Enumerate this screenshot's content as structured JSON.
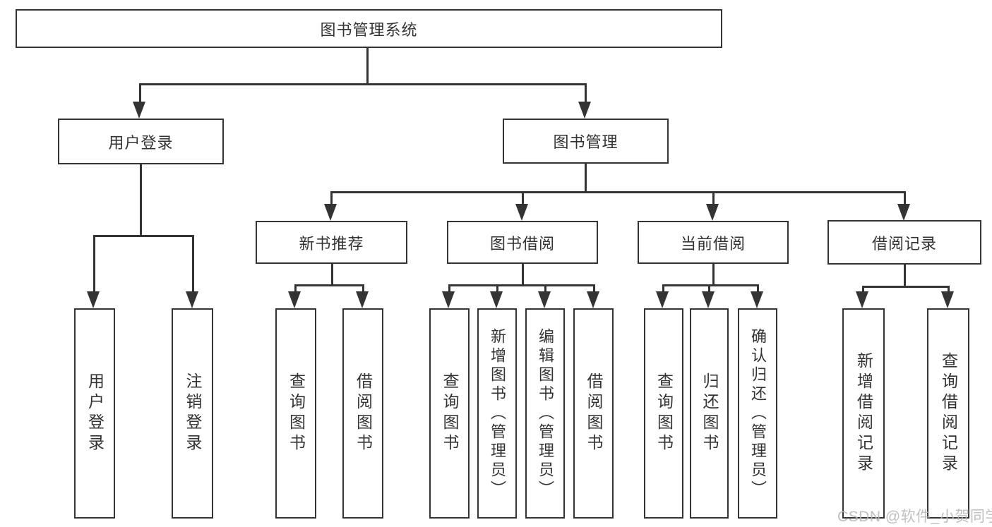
{
  "diagram": {
    "root": {
      "label": "图书管理系统"
    },
    "modules": [
      {
        "label": "用户登录"
      },
      {
        "label": "图书管理"
      }
    ],
    "sections": [
      {
        "label": "新书推荐"
      },
      {
        "label": "图书借阅"
      },
      {
        "label": "当前借阅"
      },
      {
        "label": "借阅记录"
      }
    ],
    "leaves": {
      "user": [
        "用户登录",
        "注销登录"
      ],
      "recommend": [
        "查询图书",
        "借阅图书"
      ],
      "borrow": [
        "查询图书",
        "新增图书（管理员）",
        "编辑图书（管理员）",
        "借阅图书"
      ],
      "current": [
        "查询图书",
        "归还图书",
        "确认归还（管理员）"
      ],
      "records": [
        "新增借阅记录",
        "查询借阅记录"
      ]
    }
  },
  "watermark": {
    "text": "CSDN @软件_小贺同学"
  },
  "colors": {
    "line": "#343434",
    "text": "#333333",
    "watermark": "#b9b9b9",
    "background": "#ffffff"
  }
}
